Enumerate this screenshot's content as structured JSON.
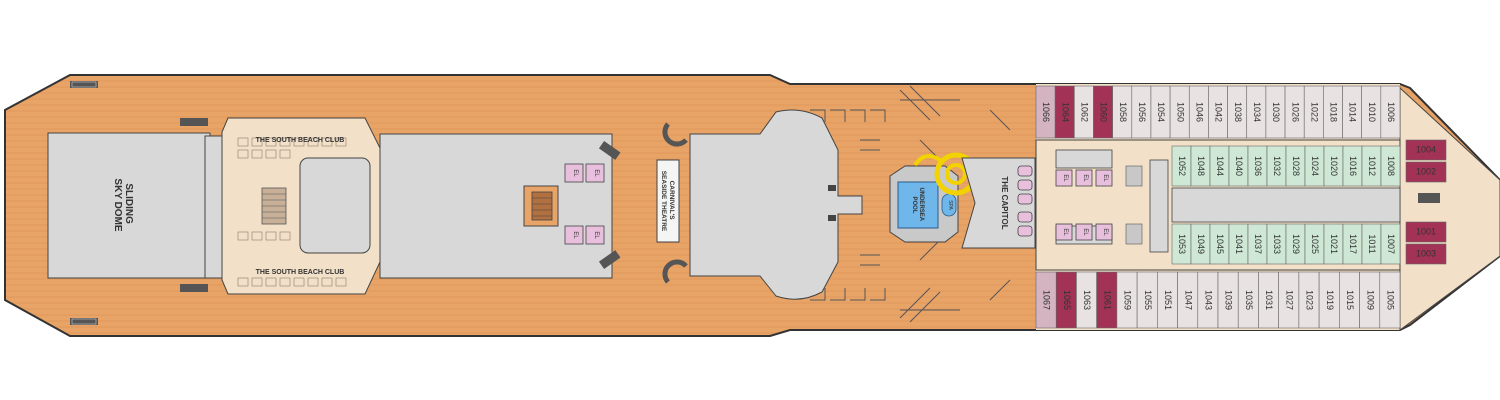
{
  "areas": {
    "sky_dome": [
      "SLIDING",
      "SKY DOME"
    ],
    "south_beach_club": "THE SOUTH BEACH CLUB",
    "seaside_theatre": [
      "CARNIVAL'S",
      "SEASIDE THEATRE"
    ],
    "the_capitol": "THE CAPITOL",
    "pool": [
      "UNDERSEA",
      "POOL"
    ],
    "spa": "SPA",
    "elevator": "EL"
  },
  "cabins": {
    "top_row": [
      "1066",
      "1064",
      "1062",
      "1060",
      "1058",
      "1056",
      "1054",
      "1050",
      "1046",
      "1042",
      "1038",
      "1034",
      "1030",
      "1026",
      "1022",
      "1018",
      "1014",
      "1010",
      "1006"
    ],
    "inner_top_row": [
      "1052",
      "1048",
      "1044",
      "1040",
      "1036",
      "1032",
      "1028",
      "1024",
      "1020",
      "1016",
      "1012",
      "1008"
    ],
    "inner_bottom_row": [
      "1053",
      "1049",
      "1045",
      "1041",
      "1037",
      "1033",
      "1029",
      "1025",
      "1021",
      "1017",
      "1011",
      "1007"
    ],
    "bottom_row": [
      "1067",
      "1065",
      "1063",
      "1061",
      "1059",
      "1055",
      "1051",
      "1047",
      "1043",
      "1039",
      "1035",
      "1031",
      "1027",
      "1023",
      "1019",
      "1015",
      "1009",
      "1005"
    ],
    "bow_cabins": [
      "1004",
      "1002",
      "1001",
      "1003"
    ]
  },
  "colors": {
    "deck": "#e8a366",
    "interior": "#d8d8d8",
    "cabin_interior": "#f2e0c8",
    "cabin_outside": "#e9e2e3",
    "cabin_suite": "#a33356",
    "cabin_balcony": "#cfe8d5",
    "elevator": "#e8bfdc",
    "pool_water": "#6fb6ea",
    "slide": "#f2d200"
  }
}
